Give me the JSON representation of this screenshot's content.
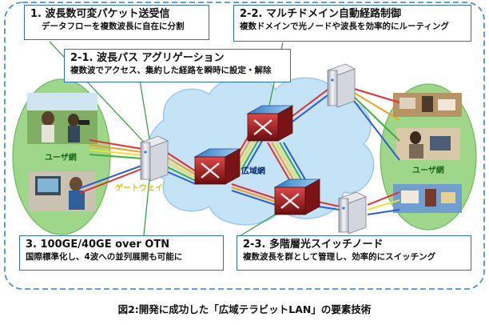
{
  "boxes": {
    "b1": {
      "title": "1. 波長数可変パケット送受信",
      "sub": "データフローを複数波長に自在に分割"
    },
    "b21": {
      "title": "2-1. 波長パス アグリゲーション",
      "sub": "複数波でアクセス、集約した経路を瞬時に設定・解除"
    },
    "b22": {
      "title": "2-2. マルチドメイン自動経路制御",
      "sub": "複数ドメインで光ノードや波長を効率的にルーティング"
    },
    "b3": {
      "title": "3. 100GE/40GE over OTN",
      "sub": "国際標準化し、4波への並列展開も可能に"
    },
    "b23": {
      "title": "2-3. 多階層光スイッチノード",
      "sub": "複数波長を群として管理し、効率的にスイッチング"
    }
  },
  "labels": {
    "user_left": "ユーザ網",
    "user_right": "ユーザ網",
    "gateway": "ゲートウェイ",
    "wide_area": "広域網"
  },
  "caption": "図2:開発に成功した「広域テラビットLAN」の要素技術",
  "colors": {
    "box_border": "#2a6fd0",
    "frame": "#4d8ee0",
    "user_net": "#9ed68a",
    "cloud": "#c4e3f6",
    "switch": "#b02020"
  },
  "icons": [
    "server-icon",
    "optical-switch-icon",
    "cloud-icon",
    "user-photo-icon"
  ]
}
